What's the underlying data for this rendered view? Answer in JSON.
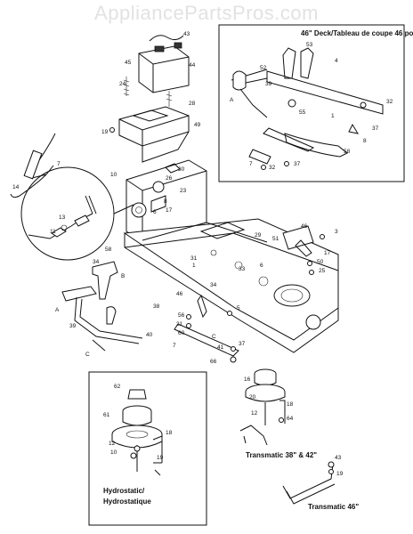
{
  "watermark": "AppliancePartsPros.com",
  "captions": {
    "deck46": "46\" Deck/Tableau de coupe 46 po",
    "hydro_line1": "Hydrostatic/",
    "hydro_line2": "Hydrostatique",
    "trans38": "Transmatic 38\" & 42\"",
    "trans46": "Transmatic 46\""
  },
  "callouts": {
    "c43a": "43",
    "c44": "44",
    "c45": "45",
    "c24": "24",
    "c28": "28",
    "c19a": "19",
    "c49": "49",
    "c7a": "7",
    "c14": "14",
    "c10a": "10",
    "c26": "26",
    "c23": "23",
    "c8a": "8",
    "c17a": "17",
    "c6a": "6",
    "c29": "29",
    "c30": "30",
    "c11a": "11",
    "c13a": "13",
    "c34": "34",
    "c58a": "58",
    "cB1": "B",
    "c46a": "46",
    "c3a": "3",
    "c51a": "51",
    "c17b": "17",
    "c50a": "50",
    "c25a": "25",
    "c1a": "1",
    "c31a": "31",
    "cAa": "A",
    "c39a": "39",
    "cCa": "C",
    "c40": "40",
    "c46b": "46",
    "c56": "56",
    "c21a": "21",
    "c60": "60",
    "c5a": "5",
    "c41": "41",
    "c37a": "37",
    "c66": "66",
    "c16a": "16",
    "c20a": "20",
    "c12a": "12",
    "c18a": "18",
    "c64a": "64",
    "c62": "62",
    "c61": "61",
    "c12b": "12",
    "c10b": "10",
    "c18b": "18",
    "c19b": "19",
    "c52": "52",
    "c53": "53",
    "c4": "4",
    "c39b": "39",
    "c55": "55",
    "cAb": "A",
    "c1b": "1",
    "c58b": "58",
    "c32a": "32",
    "c8b": "8",
    "c37b": "37",
    "c32b": "32",
    "c7b": "7",
    "c43b": "43",
    "c19c": "19",
    "c7c": "7",
    "cCb": "C",
    "c34b": "34",
    "c38a": "38",
    "c33": "33",
    "c6b": "6"
  }
}
